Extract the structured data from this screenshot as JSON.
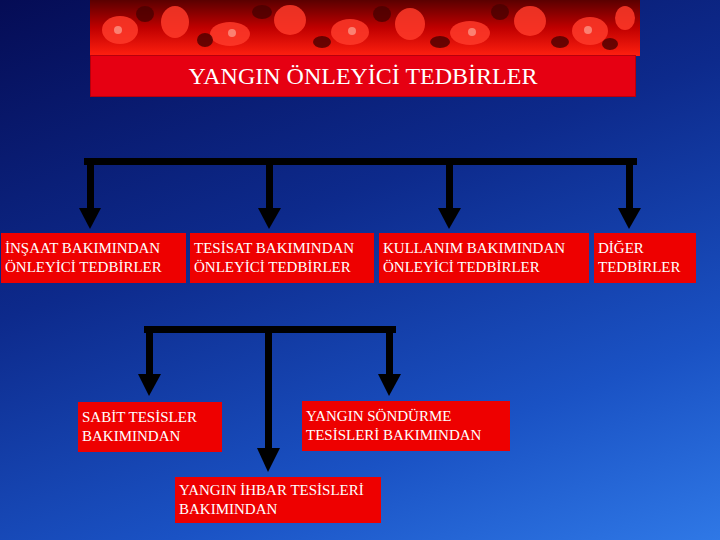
{
  "diagram": {
    "title": "YANGIN ÖNLEYİCİ TEDBİRLER",
    "nodes": [
      {
        "text": [
          "İNŞAAT BAKIMINDAN ÖNLEYİCİ TEDBİRLER"
        ]
      },
      {
        "text": [
          "TESİSAT BAKIMINDAN ÖNLEYİCİ TEDBİRLER"
        ]
      },
      {
        "text": [
          "KULLANIM BAKIMINDAN ÖNLEYİCİ TEDBİRLER"
        ]
      },
      {
        "text": [
          "DİĞER TEDBİRLER"
        ]
      },
      {
        "text": [
          "SABİT TESİSLER BAKIMINDAN"
        ]
      },
      {
        "text": [
          "YANGIN SÖNDÜRME TESİSLERİ BAKIMINDAN"
        ]
      },
      {
        "text": [
          "YANGIN İHBAR TESİSLERİ BAKIMINDAN"
        ]
      }
    ]
  }
}
